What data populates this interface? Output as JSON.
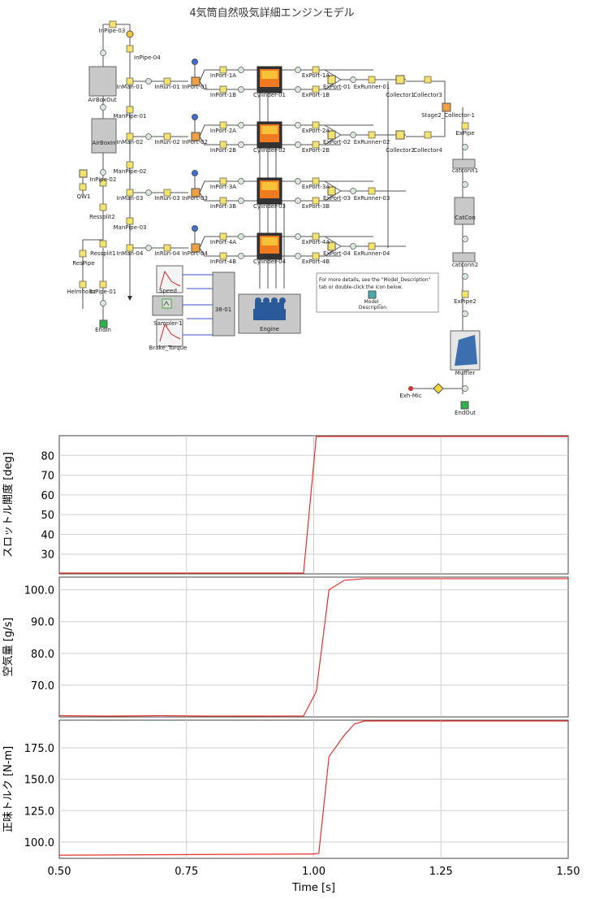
{
  "diagram": {
    "title": "4気筒自然吸気詳細エンジンモデル",
    "labels": {
      "inpipe03": "InPipe-03",
      "inpipe04": "InPipe-04",
      "airboxout": "AirBoxOut",
      "airboxin": "AirBoxIn",
      "inman01": "InMan-01",
      "inman02": "InMan-02",
      "inman03": "InMan-03",
      "inman04": "InMan-04",
      "manpipe01": "ManPipe-01",
      "manpipe02": "ManPipe-02",
      "manpipe03": "ManPipe-03",
      "inpipe02": "InPipe-02",
      "qw1": "QW1",
      "ressplit2": "Ressplit2",
      "ressplit1": "Ressplit1",
      "respipe": "ResPipe",
      "helmholtz": "Helmholtz",
      "inpipe01": "InPipe-01",
      "endin": "EndIn",
      "inrun01": "InRun-01",
      "inrun02": "InRun-02",
      "inrun03": "InRun-03",
      "inrun04": "InRun-04",
      "inport01": "InPort-01",
      "inport02": "InPort-02",
      "inport03": "InPort-03",
      "inport04": "InPort-04",
      "inport1a": "InPort-1A",
      "inport1b": "InPort-1B",
      "inport2a": "InPort-2A",
      "inport2b": "InPort-2B",
      "inport3a": "InPort-3A",
      "inport3b": "InPort-3B",
      "inport4a": "InPort-4A",
      "inport4b": "InPort-4B",
      "cyl01": "Cylinder-01",
      "cyl02": "Cylinder-02",
      "cyl03": "Cylinder-03",
      "cyl04": "Cylinder-04",
      "export1a": "ExPort-1A",
      "export1b": "ExPort-1B",
      "export2a": "ExPort-2A",
      "export2b": "ExPort-2B",
      "export3a": "ExPort-3A",
      "export3b": "ExPort-3B",
      "export4a": "ExPort-4A",
      "export4b": "ExPort-4B",
      "export01": "ExPort-01",
      "export02": "ExPort-02",
      "export03": "ExPort-03",
      "export04": "ExPort-04",
      "exrunner01": "ExRunner-01",
      "exrunner02": "ExRunner-02",
      "exrunner03": "ExRunner-03",
      "exrunner04": "ExRunner-04",
      "collector1": "Collector1",
      "collector2": "Collector2",
      "collector3": "Collector3",
      "collector4": "Collector4",
      "stage2collector": "Stage2_Collector-1",
      "expipe": "ExPipe",
      "catconn1": "catconn1",
      "catcon": "CatCon",
      "catconn2": "catconn2",
      "expipe2": "ExPipe2",
      "muffler": "Muffler",
      "exhmic": "Exh-Mic",
      "endout": "EndOut",
      "speed": "Speed",
      "sampler": "Sampler-1",
      "brake_torque": "Brake_Torque",
      "b3801": "38-01",
      "engine": "Engine",
      "note_line1": "For more details, see the \"Model_Description\"",
      "note_line2": "tab or double-click the icon below.",
      "model_desc1": "Model_",
      "model_desc2": "Description"
    }
  },
  "chart_data": [
    {
      "type": "line",
      "title": "",
      "xlabel": "",
      "ylabel": "スロットル開度 [deg]",
      "xlim": [
        0.5,
        1.5
      ],
      "ylim": [
        20,
        90
      ],
      "yticks": [
        30,
        40,
        50,
        60,
        70,
        80
      ],
      "ytick_labels": [
        "30",
        "40",
        "50",
        "60",
        "70",
        "80"
      ],
      "xticks": [
        0.5,
        0.75,
        1.0,
        1.25,
        1.5
      ],
      "grid": true,
      "series": [
        {
          "color": "#e8302a",
          "x": [
            0.5,
            0.98,
            1.005,
            1.5
          ],
          "y": [
            20,
            20,
            90,
            90
          ]
        }
      ]
    },
    {
      "type": "line",
      "title": "",
      "xlabel": "",
      "ylabel": "空気量 [g/s]",
      "xlim": [
        0.5,
        1.5
      ],
      "ylim": [
        60,
        104
      ],
      "yticks": [
        70,
        80,
        90,
        100
      ],
      "ytick_labels": [
        "70.0",
        "80.0",
        "90.0",
        "100.0"
      ],
      "xticks": [
        0.5,
        0.75,
        1.0,
        1.25,
        1.5
      ],
      "grid": true,
      "series": [
        {
          "color": "#e8302a",
          "x": [
            0.5,
            0.6,
            0.7,
            0.8,
            0.98,
            1.005,
            1.03,
            1.06,
            1.1,
            1.5
          ],
          "y": [
            60.4,
            60.2,
            60.4,
            60.2,
            60.3,
            68,
            100,
            103,
            103.5,
            103.5
          ]
        }
      ]
    },
    {
      "type": "line",
      "title": "",
      "xlabel": "Time [s]",
      "ylabel": "正味トルク [N-m]",
      "xlim": [
        0.5,
        1.5
      ],
      "ylim": [
        87,
        197
      ],
      "yticks": [
        100,
        125,
        150,
        175
      ],
      "ytick_labels": [
        "100.0",
        "125.0",
        "150.0",
        "175.0"
      ],
      "xticks": [
        0.5,
        0.75,
        1.0,
        1.25,
        1.5
      ],
      "xtick_labels": [
        "0.50",
        "0.75",
        "1.00",
        "1.25",
        "1.50"
      ],
      "grid": true,
      "series": [
        {
          "color": "#e8302a",
          "x": [
            0.5,
            1.0,
            1.01,
            1.03,
            1.06,
            1.08,
            1.1,
            1.5
          ],
          "y": [
            89.5,
            90.5,
            91,
            168,
            185,
            194,
            197,
            197
          ]
        }
      ]
    }
  ]
}
